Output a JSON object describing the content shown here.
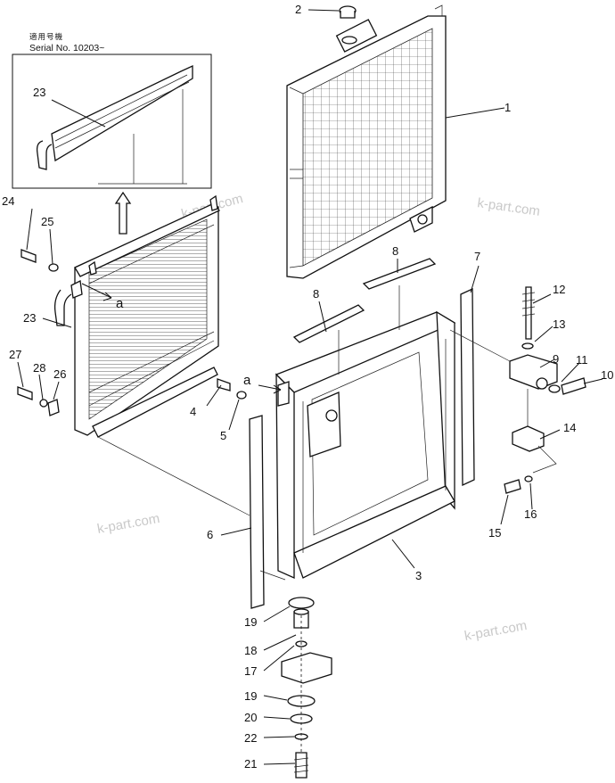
{
  "inset": {
    "title_jp": "適用号機",
    "serial": "Serial No. 10203~",
    "callout": "23"
  },
  "watermark": "k-part.com",
  "ref_a": "a",
  "callouts": {
    "c1": "1",
    "c2": "2",
    "c3": "3",
    "c4": "4",
    "c5": "5",
    "c6": "6",
    "c7": "7",
    "c8a": "8",
    "c8b": "8",
    "c9": "9",
    "c10": "10",
    "c11": "11",
    "c12": "12",
    "c13": "13",
    "c14": "14",
    "c15": "15",
    "c16": "16",
    "c17": "17",
    "c18": "18",
    "c19a": "19",
    "c19b": "19",
    "c20": "20",
    "c21": "21",
    "c22": "22",
    "c23": "23",
    "c24": "24",
    "c25": "25",
    "c26": "26",
    "c27": "27",
    "c28": "28"
  }
}
